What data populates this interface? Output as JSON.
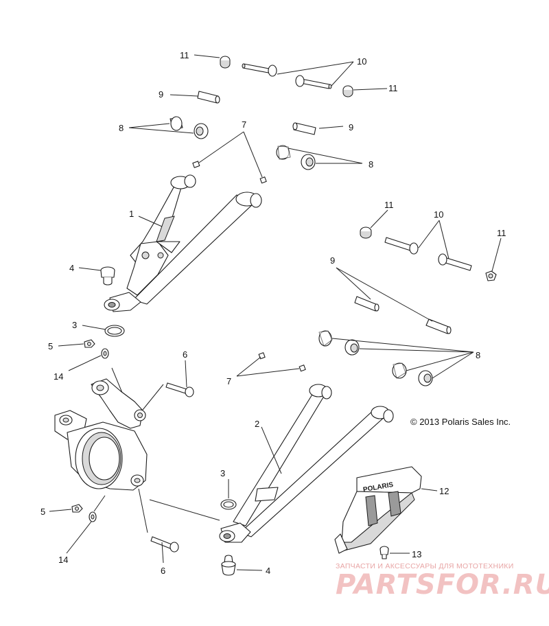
{
  "callouts": {
    "c11a": "11",
    "c10a": "10",
    "c11b": "11",
    "c9a": "9",
    "c8a": "8",
    "c7a": "7",
    "c9b": "9",
    "c8b": "8",
    "c1": "1",
    "c11c": "11",
    "c10b": "10",
    "c11d": "11",
    "c9c": "9",
    "c4a": "4",
    "c3a": "3",
    "c5a": "5",
    "c14a": "14",
    "c6a": "6",
    "c8c": "8",
    "c7b": "7",
    "c2": "2",
    "c3b": "3",
    "c12": "12",
    "c5b": "5",
    "c14b": "14",
    "c6b": "6",
    "c4b": "4",
    "c13": "13"
  },
  "copyright": "© 2013 Polaris Sales Inc.",
  "guard_logo": "POLARIS",
  "watermark": {
    "caption": "ЗАПЧАСТИ И АКСЕССУАРЫ ДЛЯ МОТОТЕХНИКИ",
    "logo": "PARTSFOR.RU"
  },
  "colors": {
    "line": "#1a1a1a",
    "watermark": "#f2c2c2"
  }
}
